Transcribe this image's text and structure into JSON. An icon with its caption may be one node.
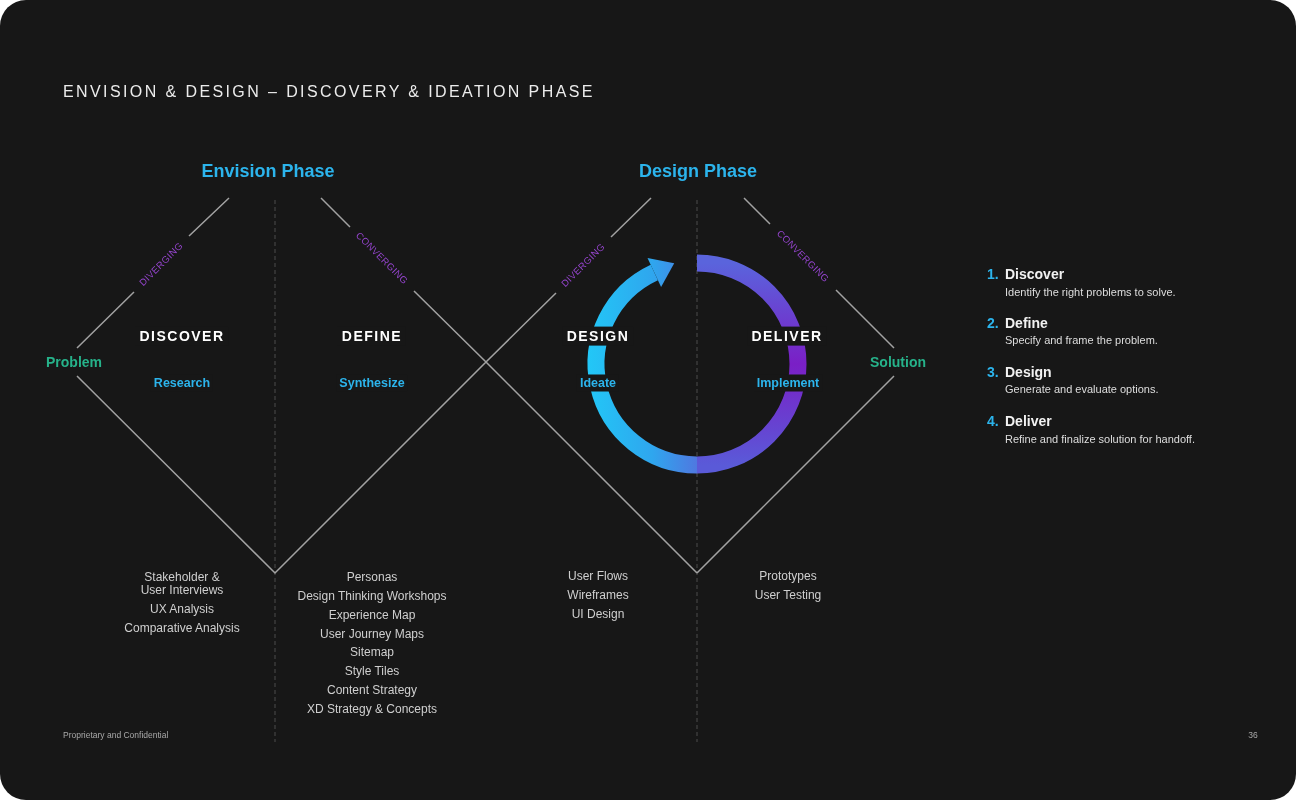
{
  "diagram": {
    "title": "ENVISION & DESIGN – DISCOVERY & IDEATION PHASE",
    "nodes": [
      {
        "text": [
          "Envision Phase",
          "DIVERGING",
          "CONVERGING",
          "DISCOVER",
          "DEFINE",
          "Research",
          "Synthesize"
        ]
      },
      {
        "text": [
          "Design Phase",
          "DIVERGING",
          "CONVERGING",
          "DESIGN",
          "DELIVER",
          "Ideate",
          "Implement"
        ]
      }
    ],
    "labels": [
      "Problem",
      "Solution",
      "1.",
      "Discover",
      "Identify the right problems to solve.",
      "2.",
      "Define",
      "Specify and frame the problem.",
      "3.",
      "Design",
      "Generate and evaluate options.",
      "4.",
      "Deliver",
      "Refine and finalize solution for handoff.",
      "Stakeholder & User Interviews",
      "UX Analysis",
      "Comparative Analysis",
      "Personas",
      "Design Thinking Workshops",
      "Experience Map",
      "User Journey Maps",
      "Sitemap",
      "Style Tiles",
      "Content Strategy",
      "XD Strategy & Concepts",
      "User Flows",
      "Wireframes",
      "UI Design",
      "Prototypes",
      "User Testing",
      "Proprietary and Confidential",
      "36"
    ]
  }
}
